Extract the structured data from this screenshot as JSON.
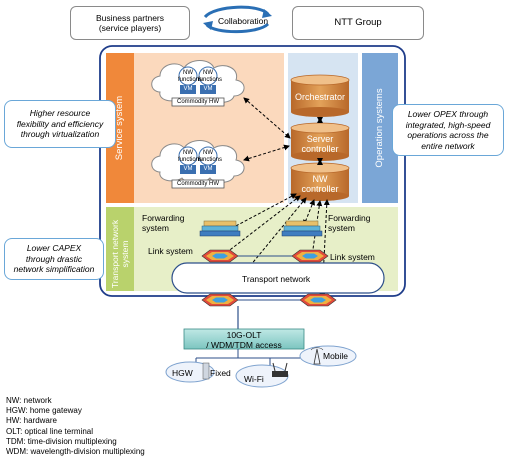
{
  "top": {
    "partners": "Business partners\n(service players)",
    "collaboration": "Collaboration",
    "ntt": "NTT Group"
  },
  "sections": {
    "service_system": "Service system",
    "transport_system": "Transport network\nsystem",
    "operation_systems": "Operation systems"
  },
  "vm_blocks": {
    "nw_functions": "NW\nfunctions",
    "vm": "VM",
    "commodity_hw": "Commodity HW"
  },
  "controllers": {
    "orchestrator": "Orchestrator",
    "server_controller": "Server\ncontroller",
    "nw_controller": "NW\ncontroller"
  },
  "transport": {
    "forwarding_left": "Forwarding\nsystem",
    "forwarding_right": "Forwarding\nsystem",
    "link_left": "Link system",
    "link_right": "Link system",
    "network": "Transport network"
  },
  "access": {
    "olt": "10G-OLT\n/ WDM/TDM access",
    "hgw": "HGW",
    "fixed": "Fixed",
    "wifi": "Wi-Fi",
    "mobile": "Mobile"
  },
  "callouts": {
    "left_top": "Higher resource\nflexibility and efficiency\nthrough virtualization",
    "left_bottom": "Lower CAPEX\nthrough drastic\nnetwork simplification",
    "right": "Lower OPEX through\nintegrated, high-speed\noperations across the\nentire network"
  },
  "legend": [
    "NW: network",
    "HGW: home gateway",
    "HW: hardware",
    "OLT: optical line terminal",
    "TDM: time-division multiplexing",
    "WDM: wavelength-division multiplexing"
  ],
  "colors": {
    "service_orange": "#f0883a",
    "service_bg": "#fbd9bd",
    "transport_green": "#b9d26c",
    "transport_bg": "#e7efc8",
    "operation_blue": "#7ba6d6",
    "operation_bg": "#d6e4f2",
    "cylinder": "#d58a3a",
    "outer_border": "#1f3d8a",
    "olt_fill": "#8fd1cd"
  },
  "icons": [
    "cloud-icon",
    "router-icon",
    "forwarding-stack-icon",
    "wifi-router-icon",
    "antenna-icon",
    "hgw-device-icon",
    "rotate-arrows-icon"
  ]
}
